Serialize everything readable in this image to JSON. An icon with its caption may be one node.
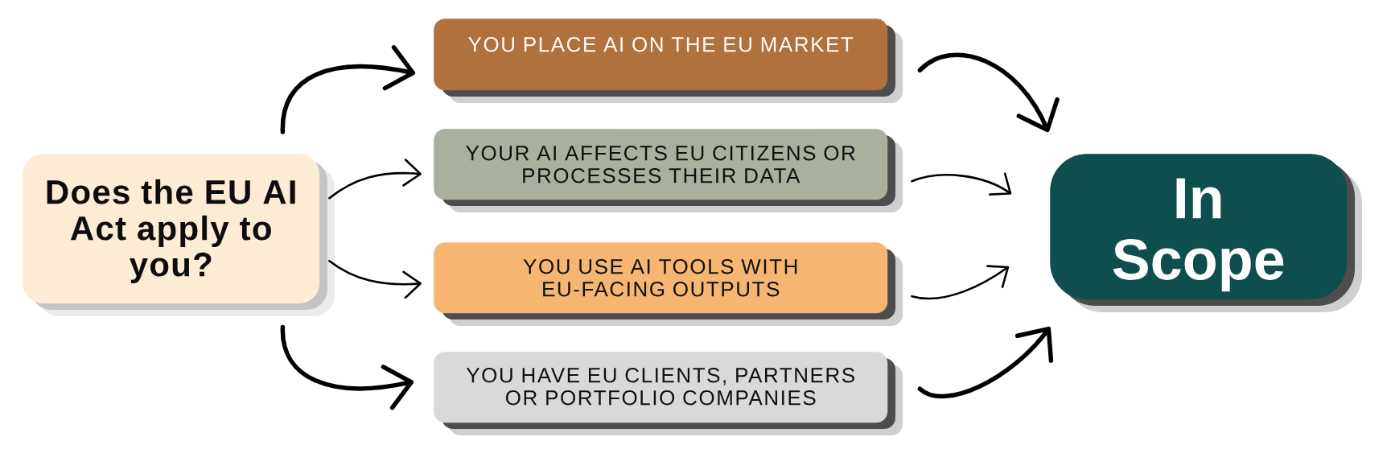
{
  "diagram": {
    "nodes": [
      {
        "text": [
          "Does the EU AI Act apply to you?"
        ]
      },
      {
        "text": [
          "YOU PLACE AI ON THE EU MARKET"
        ]
      },
      {
        "text": [
          "YOUR AI AFFECTS EU CITIZENS OR PROCESSES THEIR DATA"
        ]
      },
      {
        "text": [
          "YOU USE AI TOOLS WITH EU-FACING OUTPUTS"
        ]
      },
      {
        "text": [
          "YOU HAVE EU CLIENTS, PARTNERS OR PORTFOLIO COMPANIES"
        ]
      },
      {
        "text": [
          "In Scope"
        ]
      }
    ],
    "edges": [
      {
        "from": 0,
        "to": 1,
        "arrow": "to",
        "style": "thick"
      },
      {
        "from": 0,
        "to": 2,
        "arrow": "to"
      },
      {
        "from": 0,
        "to": 3,
        "arrow": "to"
      },
      {
        "from": 0,
        "to": 4,
        "arrow": "to",
        "style": "thick"
      },
      {
        "from": 1,
        "to": 5,
        "arrow": "to",
        "style": "thick"
      },
      {
        "from": 2,
        "to": 5,
        "arrow": "to"
      },
      {
        "from": 3,
        "to": 5,
        "arrow": "to"
      },
      {
        "from": 4,
        "to": 5,
        "arrow": "to",
        "style": "thick"
      }
    ]
  }
}
